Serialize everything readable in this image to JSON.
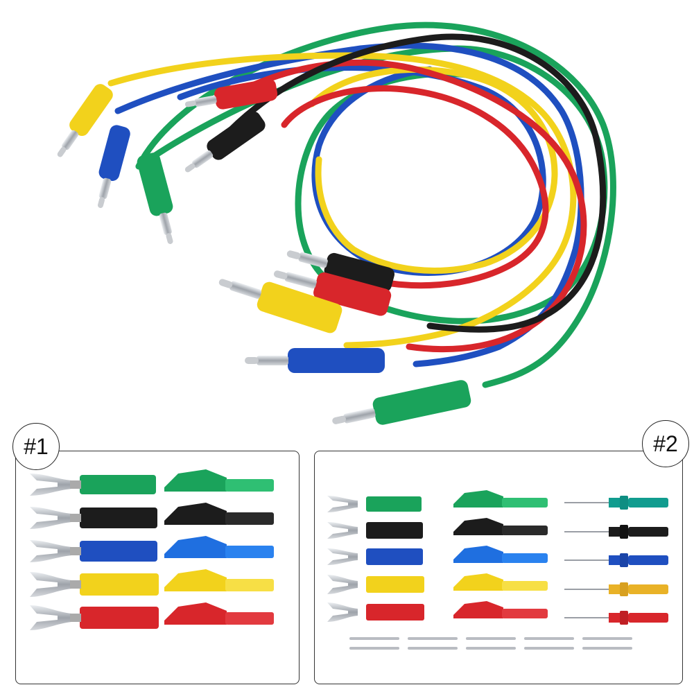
{
  "colors": {
    "green": "#1aa35b",
    "black": "#1c1c1c",
    "blue": "#1f4fc0",
    "yellow": "#f2d21c",
    "red": "#d8262b",
    "teal": "#119c8f",
    "amber": "#e9b227",
    "metal": "#b9bcc2"
  },
  "kits": [
    {
      "label": "#1",
      "rows": 5,
      "columns": [
        "spade-fork-plug",
        "alligator-clip"
      ]
    },
    {
      "label": "#2",
      "rows": 5,
      "columns": [
        "spade-fork-plug",
        "alligator-clip",
        "back-probe-pin"
      ],
      "extra": "connector-pins"
    }
  ],
  "cable_colors": [
    "yellow",
    "blue",
    "green",
    "red",
    "black"
  ]
}
